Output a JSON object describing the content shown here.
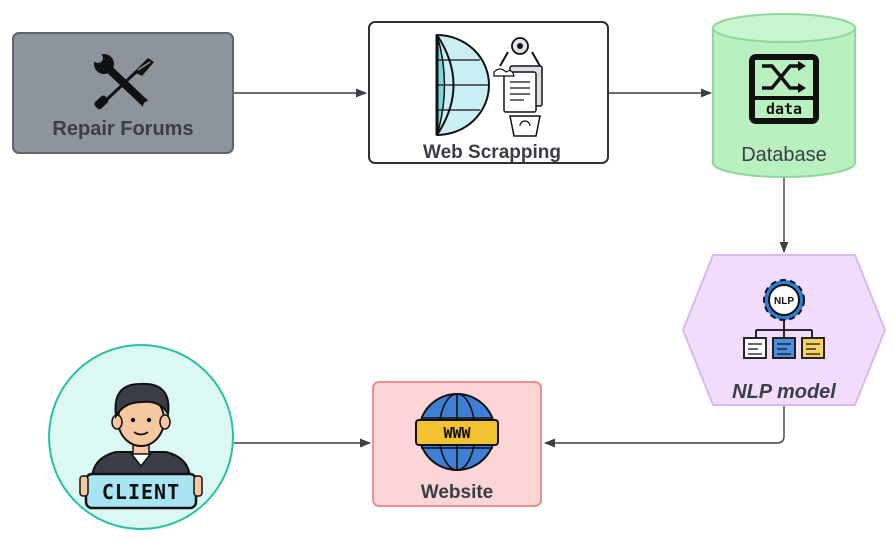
{
  "nodes": {
    "repair_forums": {
      "label": "Repair Forums",
      "fill": "#8e949c",
      "stroke": "#5f656d",
      "icon": "wrench-screwdriver-icon"
    },
    "web_scrapping": {
      "label": "Web Scrapping",
      "fill": "#ffffff",
      "stroke": "#2f3339",
      "icon": "web-scraping-icon"
    },
    "database": {
      "label": "Database",
      "fill": "#b9f0bf",
      "stroke": "#8fd898",
      "icon": "data-shuffle-icon",
      "icon_text": "data"
    },
    "nlp_model": {
      "label": "NLP model",
      "fill": "#f1dcfb",
      "stroke": "#d9b8f2",
      "icon": "nlp-gear-icon",
      "icon_text": "NLP"
    },
    "website": {
      "label": "Website",
      "fill": "#fcd6d6",
      "stroke": "#f08e8e",
      "icon": "www-globe-icon",
      "icon_text": "WWW"
    },
    "client": {
      "label": "CLIENT",
      "fill": "#dcf8f2",
      "stroke": "#27c1a6",
      "icon": "client-person-icon"
    }
  },
  "edges": [
    {
      "from": "repair_forums",
      "to": "web_scrapping"
    },
    {
      "from": "web_scrapping",
      "to": "database"
    },
    {
      "from": "database",
      "to": "nlp_model"
    },
    {
      "from": "nlp_model",
      "to": "website"
    },
    {
      "from": "client",
      "to": "website"
    }
  ],
  "colors": {
    "edge": "#3a3f47",
    "icon_dark": "#111111"
  }
}
